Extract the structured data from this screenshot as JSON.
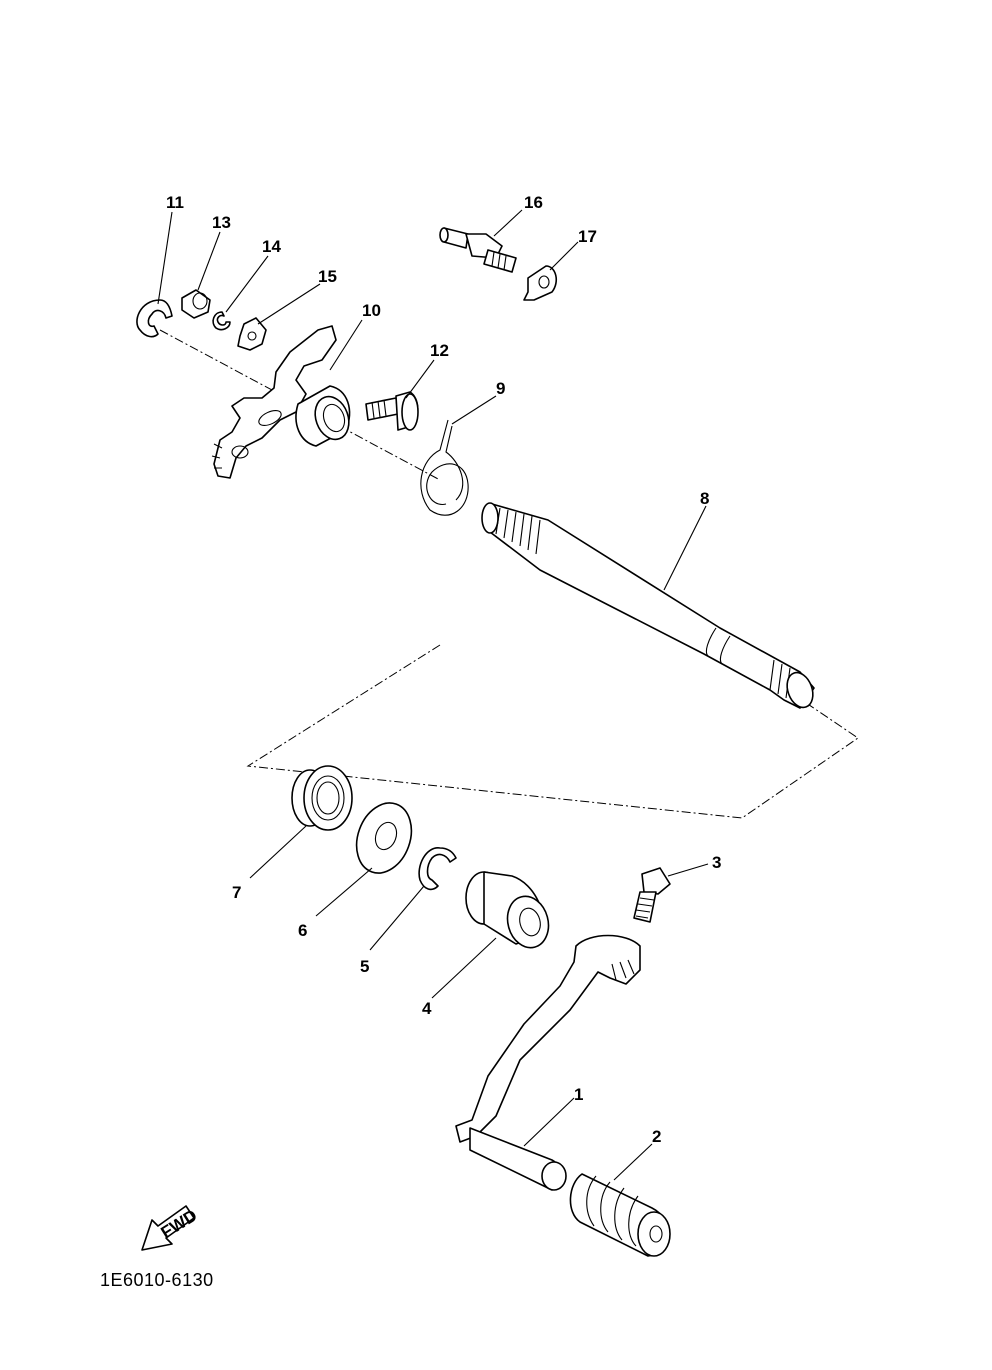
{
  "labels": {
    "p1": "1",
    "p2": "2",
    "p3": "3",
    "p4": "4",
    "p5": "5",
    "p6": "6",
    "p7": "7",
    "p8": "8",
    "p9": "9",
    "p10": "10",
    "p11": "11",
    "p12": "12",
    "p13": "13",
    "p14": "14",
    "p15": "15",
    "p16": "16",
    "p17": "17"
  },
  "fwd_label": "FWD",
  "diagram_code": "1E6010-6130"
}
